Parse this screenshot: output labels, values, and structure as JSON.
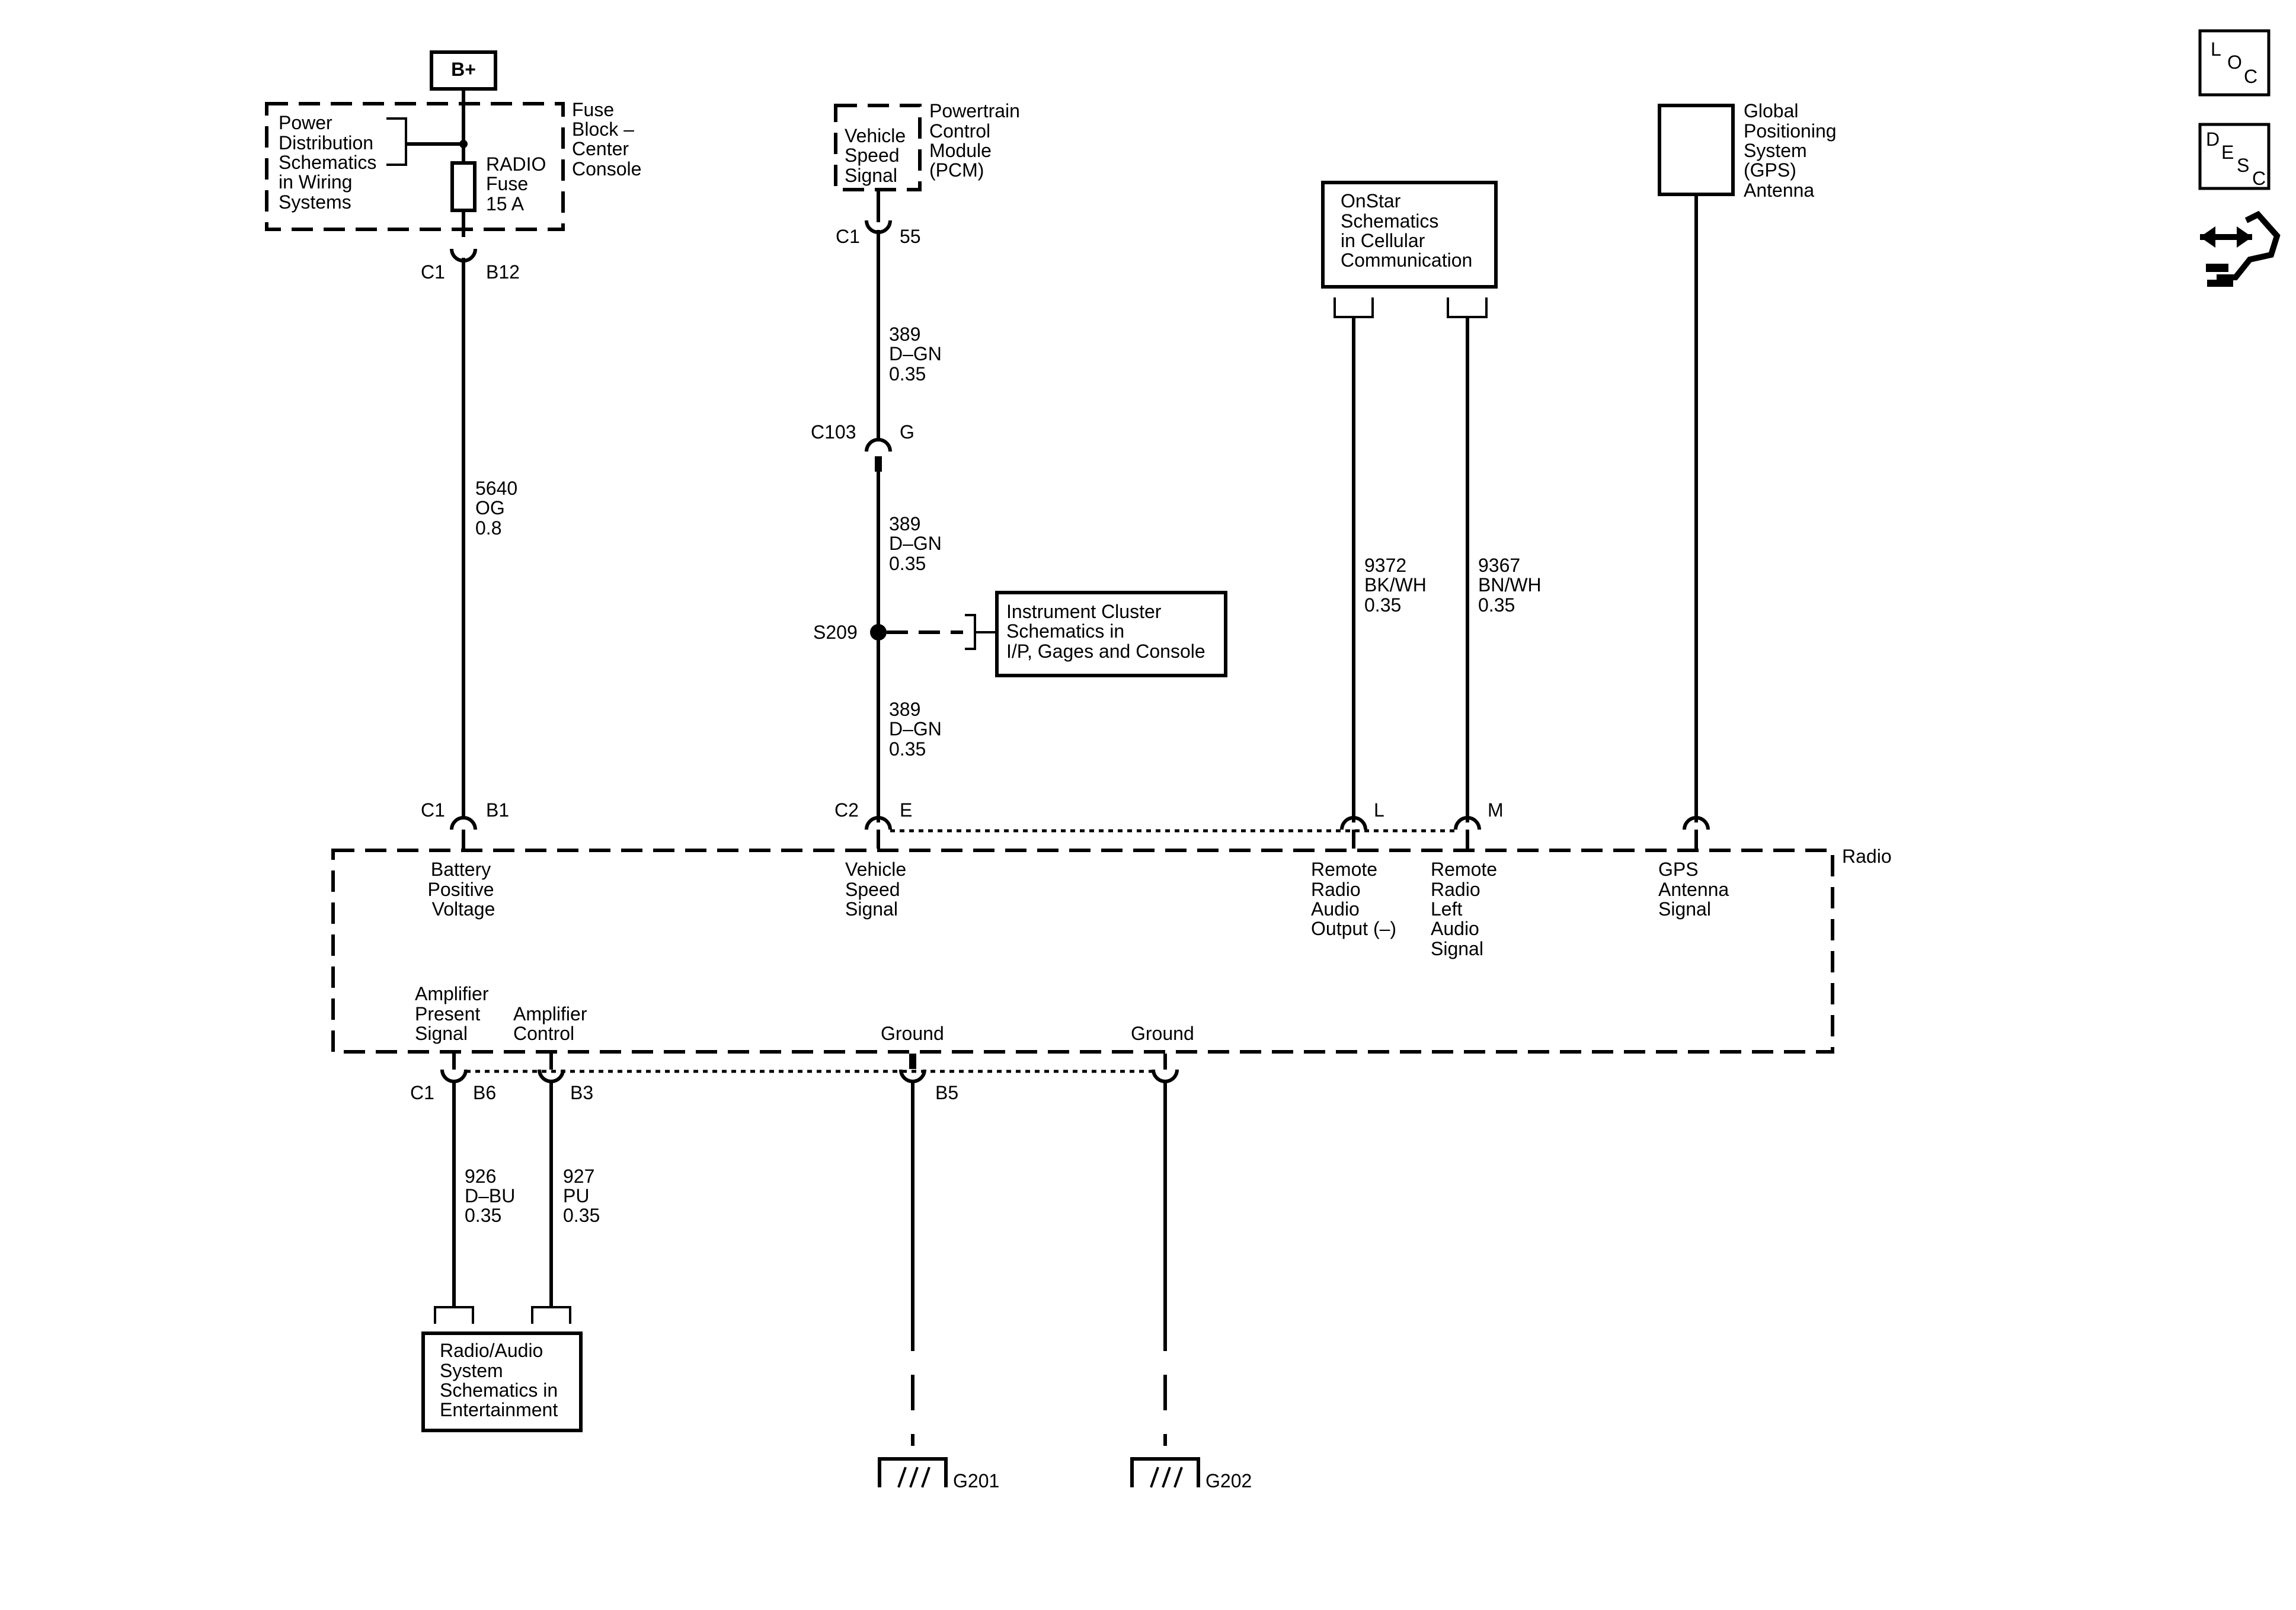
{
  "power": {
    "bplus": "B+",
    "power_dist": [
      "Power",
      "Distribution",
      "Schematics",
      "in Wiring",
      "Systems"
    ],
    "fuse_block": [
      "Fuse",
      "Block –",
      "Center",
      "Console"
    ],
    "fuse": [
      "RADIO",
      "Fuse",
      "15 A"
    ],
    "c1_top": "C1",
    "b12": "B12",
    "wire": [
      "5640",
      "OG",
      "0.8"
    ],
    "c1_bottom": "C1",
    "b1": "B1"
  },
  "speed": {
    "pcm_signal": [
      "Vehicle",
      "Speed",
      "Signal"
    ],
    "pcm_label": [
      "Powertrain",
      "Control",
      "Module",
      "(PCM)"
    ],
    "c1": "C1",
    "pin55": "55",
    "wire1": [
      "389",
      "D–GN",
      "0.35"
    ],
    "c103": "C103",
    "g": "G",
    "wire2": [
      "389",
      "D–GN",
      "0.35"
    ],
    "s209": "S209",
    "cluster": [
      "Instrument Cluster",
      "Schematics in",
      "I/P, Gages and Console"
    ],
    "wire3": [
      "389",
      "D–GN",
      "0.35"
    ],
    "c2": "C2",
    "e": "E"
  },
  "onstar": {
    "box": [
      "OnStar",
      "Schematics",
      "in Cellular",
      "Communication"
    ],
    "wire_l": [
      "9372",
      "BK/WH",
      "0.35"
    ],
    "wire_m": [
      "9367",
      "BN/WH",
      "0.35"
    ],
    "l": "L",
    "m": "M"
  },
  "gps": {
    "label": [
      "Global",
      "Positioning",
      "System",
      "(GPS)",
      "Antenna"
    ]
  },
  "radio": {
    "title": "Radio",
    "battery": [
      "Battery",
      "Positive",
      "Voltage"
    ],
    "speed": [
      "Vehicle",
      "Speed",
      "Signal"
    ],
    "remote_out": [
      "Remote",
      "Radio",
      "Audio",
      "Output (–)"
    ],
    "remote_left": [
      "Remote",
      "Radio",
      "Left",
      "Audio",
      "Signal"
    ],
    "gps": [
      "GPS",
      "Antenna",
      "Signal"
    ],
    "amp_present": [
      "Amplifier",
      "Present",
      "Signal"
    ],
    "amp_control": [
      "Amplifier",
      "Control"
    ],
    "ground1": "Ground",
    "ground2": "Ground"
  },
  "bottom": {
    "c1": "C1",
    "b6": "B6",
    "b3": "B3",
    "b5": "B5",
    "wire926": [
      "926",
      "D–BU",
      "0.35"
    ],
    "wire927": [
      "927",
      "PU",
      "0.35"
    ],
    "audio_box": [
      "Radio/Audio",
      "System",
      "Schematics in",
      "Entertainment"
    ],
    "g201": "G201",
    "g202": "G202"
  },
  "icons": {
    "loc": [
      "L",
      "O",
      "C"
    ],
    "desc": [
      "D",
      "E",
      "S",
      "C"
    ]
  }
}
